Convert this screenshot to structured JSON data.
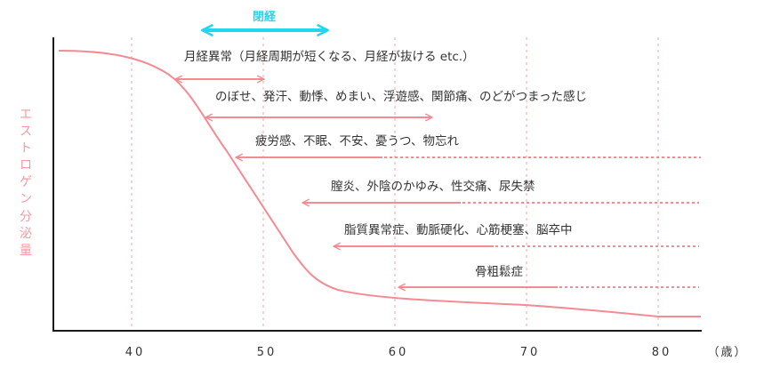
{
  "chart_data": {
    "type": "line",
    "title": "",
    "xlabel": "（歳）",
    "ylabel": "エストロゲン分泌量",
    "xticks": [
      40,
      50,
      60,
      70,
      80
    ],
    "xlim": [
      33.5,
      83
    ],
    "grid": {
      "x": true,
      "y": false,
      "style": "dotted",
      "color": "#f5a3a8"
    },
    "series": [
      {
        "name": "エストロゲン分泌量",
        "color": "#f48b93",
        "x": [
          34,
          38,
          40,
          42,
          44,
          46,
          48,
          50,
          52,
          54,
          56,
          60,
          65,
          70,
          75,
          80,
          83
        ],
        "y": [
          100,
          98,
          95,
          89,
          77,
          63,
          49,
          35,
          21,
          9,
          6,
          4,
          3.2,
          2.3,
          1.2,
          0.2,
          0.2
        ],
        "note": "relative level, read from curve shape (no y ticks shown)"
      }
    ],
    "annotations": [
      {
        "label": "閉経",
        "type": "double-arrow",
        "from_age": 45,
        "to_age": 54.6,
        "color": "#22d6ee"
      },
      {
        "label": "月経異常（月経周期が短くなる、月経が抜ける etc.）",
        "type": "double-arrow",
        "from_age": 43.3,
        "to_age": 50
      },
      {
        "label": "のぼせ、発汗、動悸、めまい、浮遊感、関節痛、のどがつまった感じ",
        "type": "double-arrow",
        "from_age": 45.6,
        "to_age": 62.8
      },
      {
        "label": "疲労感、不眠、不安、憂うつ、物忘れ",
        "type": "left-arrow-continuing",
        "from_age": 47.9,
        "solid_to_age": 59,
        "dotted_to_age": 83
      },
      {
        "label": "膣炎、外陰のかゆみ、性交痛、尿失禁",
        "type": "left-arrow-continuing",
        "from_age": 53,
        "solid_to_age": 65,
        "dotted_to_age": 83
      },
      {
        "label": "脂質異常症、動脈硬化、心筋梗塞、脳卒中",
        "type": "left-arrow-continuing",
        "from_age": 55.3,
        "solid_to_age": 67.5,
        "dotted_to_age": 83
      },
      {
        "label": "骨粗鬆症",
        "type": "left-arrow-continuing",
        "from_age": 60.2,
        "solid_to_age": 72.3,
        "dotted_to_age": 83
      }
    ]
  },
  "labels": {
    "menopause": "閉経",
    "y_axis": [
      "エ",
      "ス",
      "ト",
      "ロ",
      "ゲ",
      "ン",
      "分",
      "泌",
      "量"
    ],
    "x_unit": "（歳）",
    "ticks": [
      "40",
      "50",
      "60",
      "70",
      "80"
    ],
    "symptoms": [
      "月経異常（月経周期が短くなる、月経が抜ける etc.）",
      "のぼせ、発汗、動悸、めまい、浮遊感、関節痛、のどがつまった感じ",
      "疲労感、不眠、不安、憂うつ、物忘れ",
      "膣炎、外陰のかゆみ、性交痛、尿失禁",
      "脂質異常症、動脈硬化、心筋梗塞、脳卒中",
      "骨粗鬆症"
    ]
  },
  "colors": {
    "curve": "#f48b93",
    "arrow": "#f48b93",
    "grid": "#f5a3a8",
    "menopause_arrow": "#22d6ee",
    "axis": "#1a1a1a",
    "text": "#333333",
    "y_label": "#f79aa0"
  }
}
